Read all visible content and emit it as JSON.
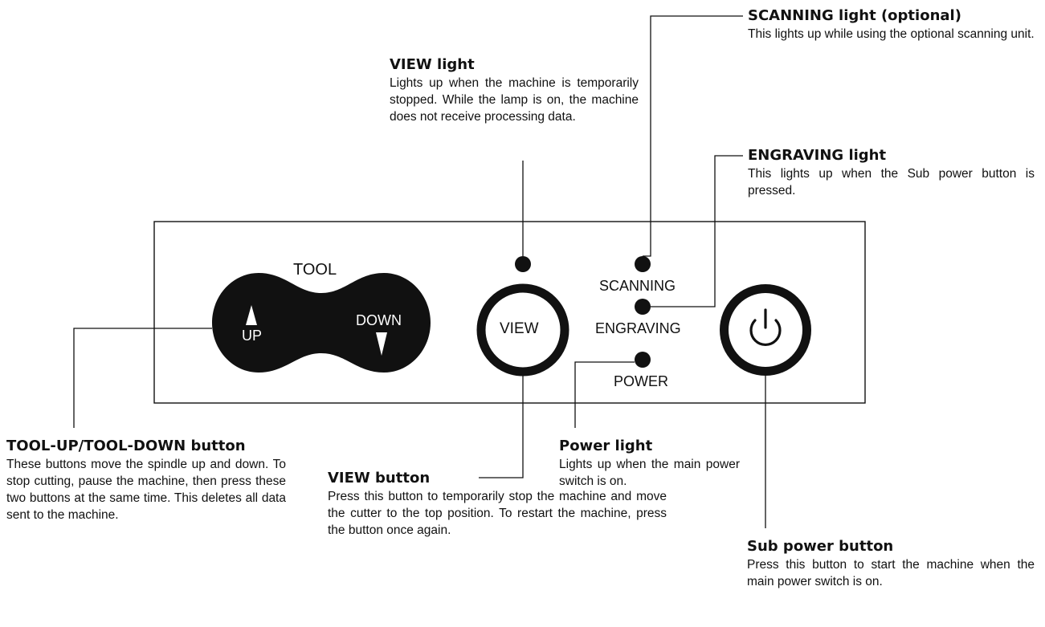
{
  "panel": {
    "tool_label": "TOOL",
    "up_label": "UP",
    "down_label": "DOWN",
    "view_label": "VIEW",
    "scanning_label": "SCANNING",
    "engraving_label": "ENGRAVING",
    "power_label": "POWER",
    "power_symbol": "⏻"
  },
  "callouts": {
    "scanning": {
      "title": "SCANNING light (optional)",
      "desc": "This lights up while using the optional scanning unit."
    },
    "view_light": {
      "title": "VIEW light",
      "desc": "Lights up when the machine is temporarily stopped. While the lamp is on, the machine does not receive processing data."
    },
    "engraving": {
      "title": "ENGRAVING light",
      "desc": "This lights up when the Sub power button is pressed."
    },
    "tool_button": {
      "title": "TOOL-UP/TOOL-DOWN button",
      "desc": "These buttons move the spindle up and down. To stop cutting, pause the machine, then press these two buttons at the same time. This deletes all data sent to the machine."
    },
    "power_light": {
      "title": "Power light",
      "desc": "Lights up when the main power switch is on."
    },
    "view_button": {
      "title": "VIEW button",
      "desc": "Press this button to temporarily stop the machine and move the cutter to the top position. To restart the machine, press the button once again."
    },
    "sub_power": {
      "title": "Sub power button",
      "desc": "Press this button to start the machine when the main power switch is on."
    }
  },
  "colors": {
    "ink": "#111111",
    "button_fill": "#111111",
    "background": "#ffffff"
  }
}
